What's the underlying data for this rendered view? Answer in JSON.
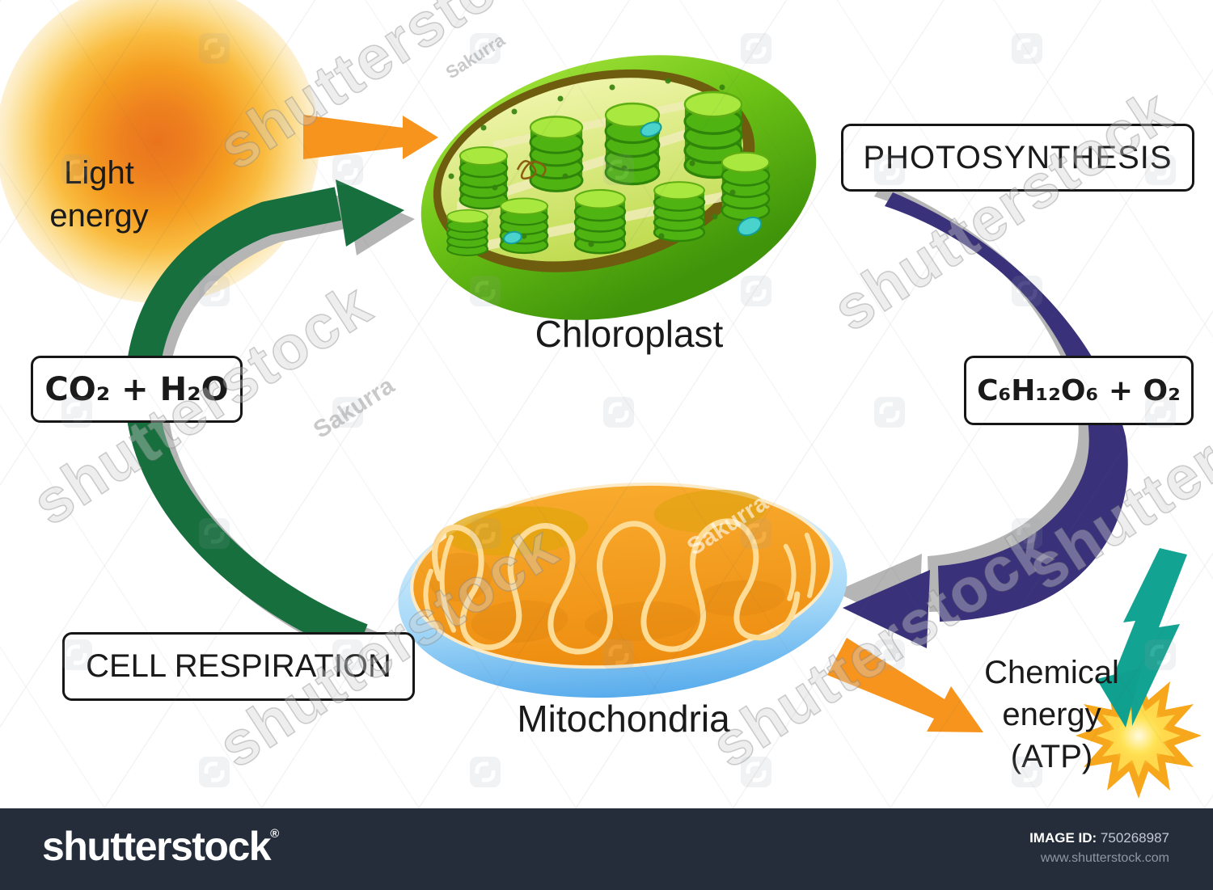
{
  "diagram": {
    "labels": {
      "light_energy": "Light energy",
      "chloroplast": "Chloroplast",
      "mitochondria": "Mitochondria",
      "chemical_energy": "Chemical\nenergy\n(ATP)"
    },
    "boxes": {
      "photosynthesis": "PHOTOSYNTHESIS",
      "co2_h2o": "CO₂ + H₂O",
      "glucose_o2": "C₆H₁₂O₆ + O₂",
      "cell_respiration": "CELL RESPIRATION"
    },
    "colors": {
      "sun_core": "#EC7A1D",
      "sun_mid": "#F8B32A",
      "arrow_orange": "#F7941E",
      "arrow_green": "#166F3D",
      "arrow_navy": "#39327B",
      "arrow_shadow_gray": "#B5B5B5",
      "bolt_teal": "#12A392",
      "star_orange": "#F6A71C",
      "star_yellow": "#FFD84D",
      "chloroplast_green": "#6CC215",
      "stroma_yellow_green": "#D7E878",
      "mitochondria_orange": "#F29717",
      "mitochondria_blue": "#A6D9F8",
      "footer_bg": "#252D3B",
      "text": "#1A1A1A"
    }
  },
  "watermark": {
    "brand": "shutterstock",
    "registered": "®",
    "artist": "Sakurra",
    "tiled_text": "shutterstock",
    "image_id_label": "IMAGE ID:",
    "image_id": "750268987",
    "url": "www.shutterstock.com"
  }
}
